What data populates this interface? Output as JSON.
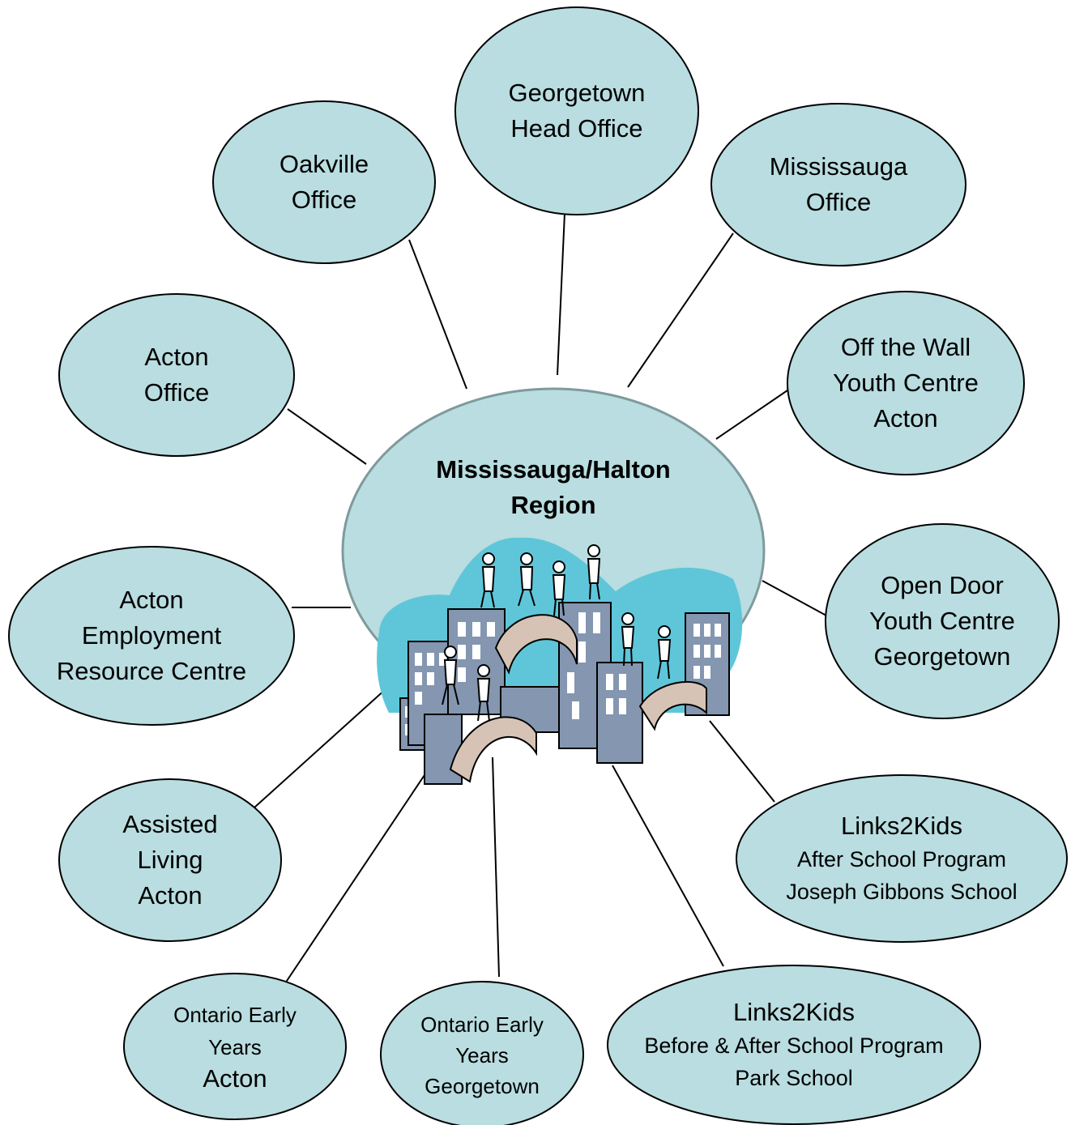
{
  "center": {
    "title_lines": [
      "Mississauga/Halton",
      "Region"
    ],
    "illustration": "city-skyline-with-people-clipart"
  },
  "nodes": [
    {
      "id": "georgetown-head-office",
      "lines": [
        "Georgetown",
        "Head Office"
      ]
    },
    {
      "id": "oakville-office",
      "lines": [
        "Oakville",
        "Office"
      ]
    },
    {
      "id": "mississauga-office",
      "lines": [
        "Mississauga",
        "Office"
      ]
    },
    {
      "id": "acton-office",
      "lines": [
        "Acton",
        "Office"
      ]
    },
    {
      "id": "off-the-wall-youth-centre",
      "lines": [
        "Off the Wall",
        "Youth Centre",
        "Acton"
      ]
    },
    {
      "id": "open-door-youth-centre",
      "lines": [
        "Open Door",
        "Youth Centre",
        "Georgetown"
      ]
    },
    {
      "id": "acton-employment-resource-centre",
      "lines": [
        "Acton",
        "Employment",
        "Resource Centre"
      ]
    },
    {
      "id": "links2kids-joseph-gibbons",
      "lines": [
        "Links2Kids",
        "After School  Program",
        "Joseph Gibbons School"
      ]
    },
    {
      "id": "assisted-living-acton",
      "lines": [
        "Assisted",
        "Living",
        "Acton"
      ]
    },
    {
      "id": "ontario-early-years-acton",
      "lines": [
        "Ontario Early",
        "Years",
        "Acton"
      ]
    },
    {
      "id": "ontario-early-years-georgetown",
      "lines": [
        "Ontario Early",
        "Years",
        "Georgetown"
      ]
    },
    {
      "id": "links2kids-park-school",
      "lines": [
        "Links2Kids",
        "Before & After School Program",
        "Park School"
      ]
    }
  ],
  "colors": {
    "bubble_fill": "#b9dde0",
    "bubble_stroke": "#000000",
    "center_fill": "#b9dde0",
    "center_stroke": "#7f9a9d",
    "splash": "#5fc6d9",
    "building": "#8496b0",
    "window": "#ffffff",
    "arch": "#d7c3b5"
  }
}
